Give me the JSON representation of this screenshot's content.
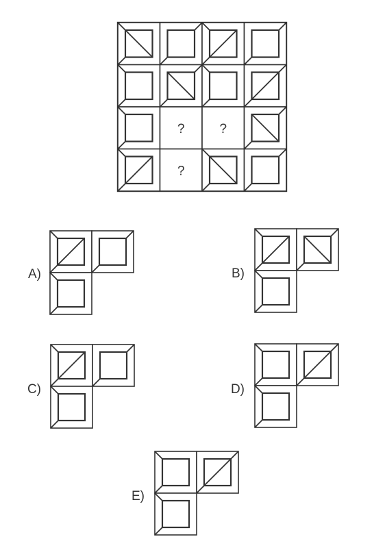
{
  "colors": {
    "line": "#333333",
    "background": "#ffffff"
  },
  "grid": {
    "rows": [
      [
        "tl-br",
        "none",
        "tr-bl",
        "none"
      ],
      [
        "none",
        "tl-br",
        "none",
        "tr-bl"
      ],
      [
        "none",
        "?",
        "?",
        "tl-br"
      ],
      [
        "tr-bl",
        "?",
        "tl-br",
        "none"
      ]
    ],
    "question_mark": "?"
  },
  "options": [
    {
      "label": "A)",
      "tiles": [
        "tr-bl",
        "none",
        "none"
      ]
    },
    {
      "label": "B)",
      "tiles": [
        "tr-bl",
        "tl-br",
        "none"
      ]
    },
    {
      "label": "C)",
      "tiles": [
        "tr-bl",
        "none",
        "none"
      ]
    },
    {
      "label": "D)",
      "tiles": [
        "none",
        "tr-bl",
        "none"
      ]
    },
    {
      "label": "E)",
      "tiles": [
        "none",
        "tr-bl",
        "none"
      ]
    }
  ]
}
